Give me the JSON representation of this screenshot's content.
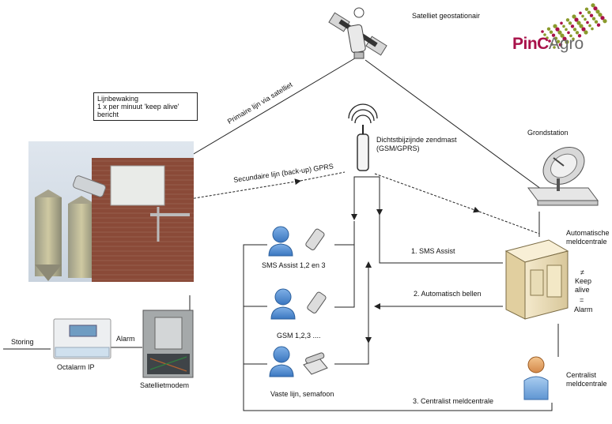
{
  "logo": {
    "brand_part1": "PinC",
    "brand_part2": "Agro",
    "accent_color": "#a8124a",
    "dot_color": "#8a9a2c"
  },
  "labels": {
    "satellite": "Satelliet geostationair",
    "mast": "Dichtstbijzijnde zendmast (GSM/GPRS)",
    "ground_station": "Grondstation",
    "automatic_center": "Automatische meldcentrale",
    "primary_line": "Primaire lijn via satelliet",
    "secondary_line": "Secundaire  lijn (back-up) GPRS",
    "sms_assist_group": "SMS Assist 1,2 en 3",
    "gsm_group": "GSM  1,2,3 ....",
    "landline_group": "Vaste lijn,  semafoon",
    "path_1": "1.    SMS Assist",
    "path_2": "2. Automatisch bellen",
    "path_3": "3. Centralist meldcentrale",
    "keep_alive_not_equal": "≠",
    "keep_alive": "Keep alive",
    "equals": "=",
    "alarm_side": "Alarm",
    "centralist": "Centralist meldcentrale",
    "storing": "Storing",
    "alarm_link": "Alarm",
    "octalarm": "Octalarm IP",
    "sat_modem": "Satellietmodem"
  },
  "monitor_box": {
    "line1": "Lijnbewaking",
    "line2": "1 x per minuut 'keep alive'",
    "line3": "bericht"
  }
}
